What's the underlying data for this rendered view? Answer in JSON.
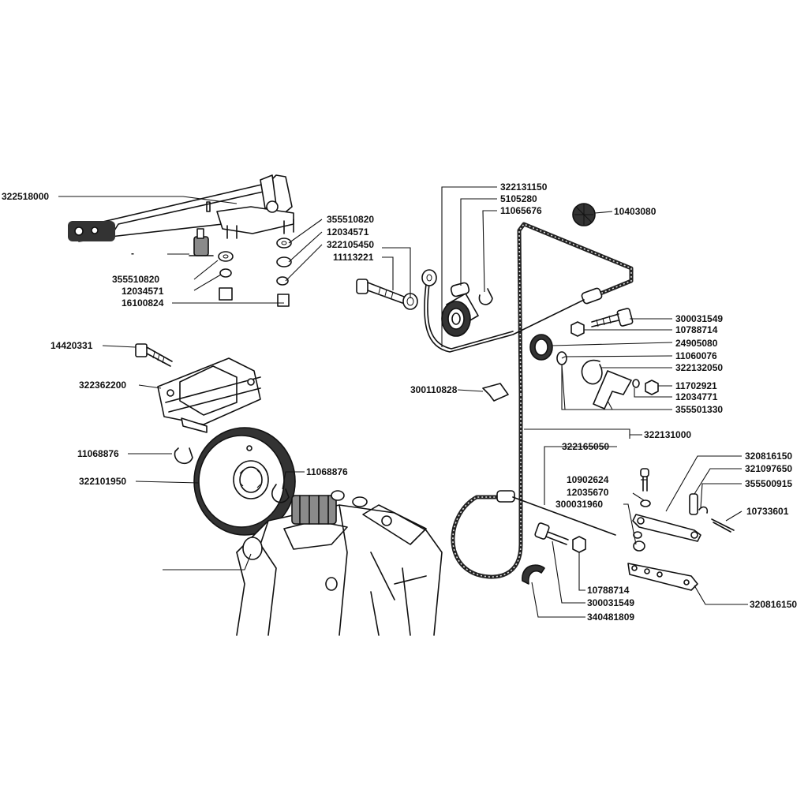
{
  "parts": [
    {
      "id": "p1",
      "number": "322518000"
    },
    {
      "id": "p2",
      "number": "355510820"
    },
    {
      "id": "p3",
      "number": "12034571"
    },
    {
      "id": "p4",
      "number": "322105450"
    },
    {
      "id": "p5",
      "number": "11113221"
    },
    {
      "id": "p6",
      "number": "355510820"
    },
    {
      "id": "p7",
      "number": "12034571"
    },
    {
      "id": "p8",
      "number": "16100824"
    },
    {
      "id": "p9",
      "number": "14420331"
    },
    {
      "id": "p10",
      "number": "322362200"
    },
    {
      "id": "p11",
      "number": "11068876"
    },
    {
      "id": "p12",
      "number": "322101950"
    },
    {
      "id": "p13",
      "number": "11068876"
    },
    {
      "id": "p14",
      "number": "322131150"
    },
    {
      "id": "p15",
      "number": "5105280"
    },
    {
      "id": "p16",
      "number": "11065676"
    },
    {
      "id": "p17",
      "number": "10403080"
    },
    {
      "id": "p18",
      "number": "300031549"
    },
    {
      "id": "p19",
      "number": "10788714"
    },
    {
      "id": "p20",
      "number": "24905080"
    },
    {
      "id": "p21",
      "number": "11060076"
    },
    {
      "id": "p22",
      "number": "322132050"
    },
    {
      "id": "p23",
      "number": "11702921"
    },
    {
      "id": "p24",
      "number": "12034771"
    },
    {
      "id": "p25",
      "number": "355501330"
    },
    {
      "id": "p26",
      "number": "300110828"
    },
    {
      "id": "p27",
      "number": "322131000"
    },
    {
      "id": "p28",
      "number": "322165050"
    },
    {
      "id": "p29",
      "number": "320816150"
    },
    {
      "id": "p30",
      "number": "321097650"
    },
    {
      "id": "p31",
      "number": "355500915"
    },
    {
      "id": "p32",
      "number": "10902624"
    },
    {
      "id": "p33",
      "number": "12035670"
    },
    {
      "id": "p34",
      "number": "300031960"
    },
    {
      "id": "p35",
      "number": "10733601"
    },
    {
      "id": "p36",
      "number": "10788714"
    },
    {
      "id": "p37",
      "number": "300031549"
    },
    {
      "id": "p38",
      "number": "340481809"
    },
    {
      "id": "p39",
      "number": "320816150"
    }
  ],
  "unlabeled_markers": [
    {
      "id": "m1",
      "text": "-"
    }
  ]
}
